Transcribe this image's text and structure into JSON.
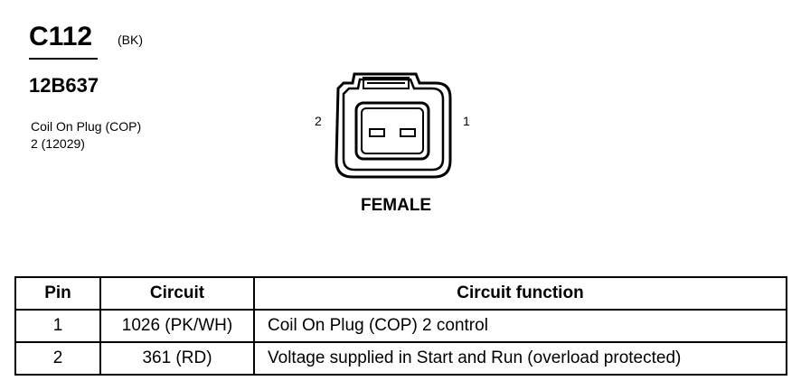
{
  "connector": {
    "id": "C112",
    "color_code": "(BK)",
    "part_number": "12B637",
    "description_line1": "Coil On Plug (COP)",
    "description_line2": "2 (12029)"
  },
  "diagram": {
    "pin_left_label": "2",
    "pin_right_label": "1",
    "gender": "FEMALE"
  },
  "table": {
    "headers": {
      "pin": "Pin",
      "circuit": "Circuit",
      "function": "Circuit function"
    },
    "rows": [
      {
        "pin": "1",
        "circuit": "1026 (PK/WH)",
        "function": "Coil On Plug (COP) 2  control"
      },
      {
        "pin": "2",
        "circuit": "361 (RD)",
        "function": "Voltage supplied in Start and Run (overload protected)"
      }
    ]
  }
}
